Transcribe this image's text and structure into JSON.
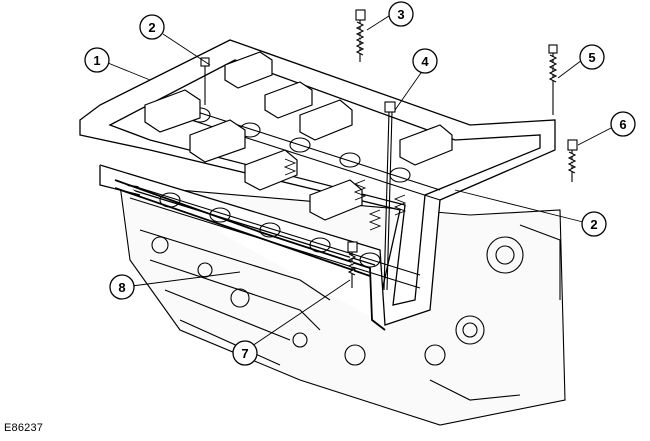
{
  "figure": {
    "id": "E86237"
  },
  "callouts": [
    {
      "label": "1"
    },
    {
      "label": "2"
    },
    {
      "label": "3"
    },
    {
      "label": "4"
    },
    {
      "label": "5"
    },
    {
      "label": "6"
    },
    {
      "label": "2"
    },
    {
      "label": "7"
    },
    {
      "label": "8"
    }
  ]
}
